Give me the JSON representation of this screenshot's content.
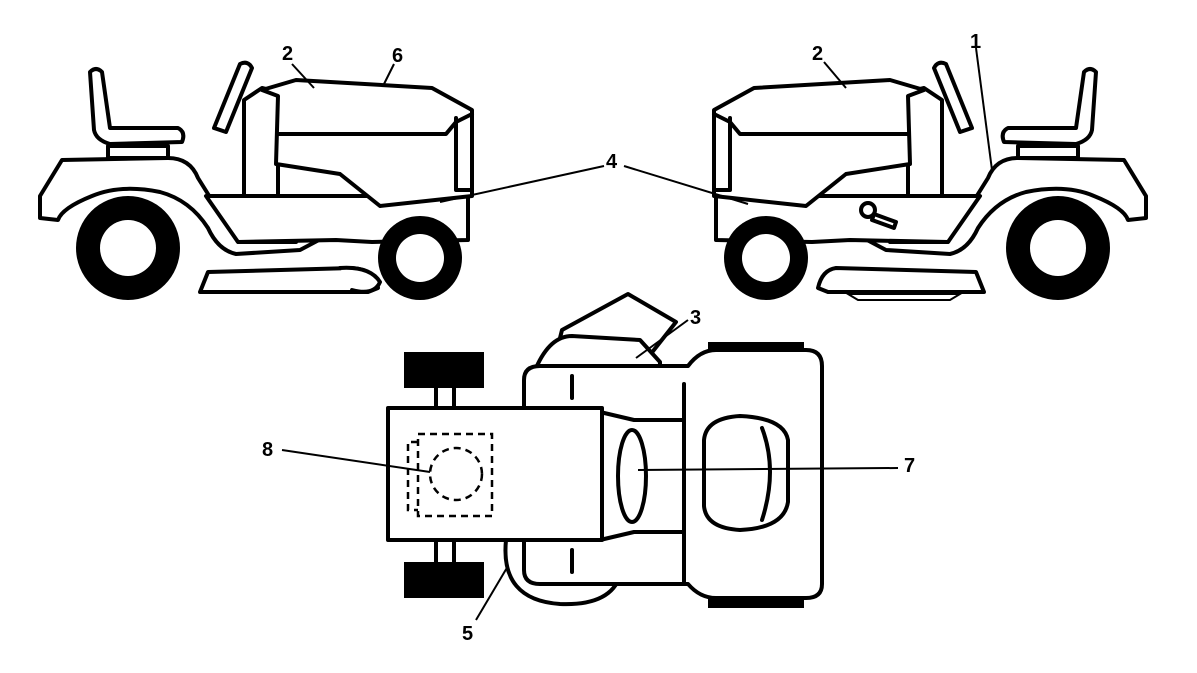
{
  "figure": {
    "callouts": [
      {
        "key": "c1",
        "text": "1"
      },
      {
        "key": "c2_left",
        "text": "2"
      },
      {
        "key": "c2_right",
        "text": "2"
      },
      {
        "key": "c3",
        "text": "3"
      },
      {
        "key": "c4",
        "text": "4"
      },
      {
        "key": "c5",
        "text": "5"
      },
      {
        "key": "c6",
        "text": "6"
      },
      {
        "key": "c7",
        "text": "7"
      },
      {
        "key": "c8",
        "text": "8"
      }
    ]
  }
}
